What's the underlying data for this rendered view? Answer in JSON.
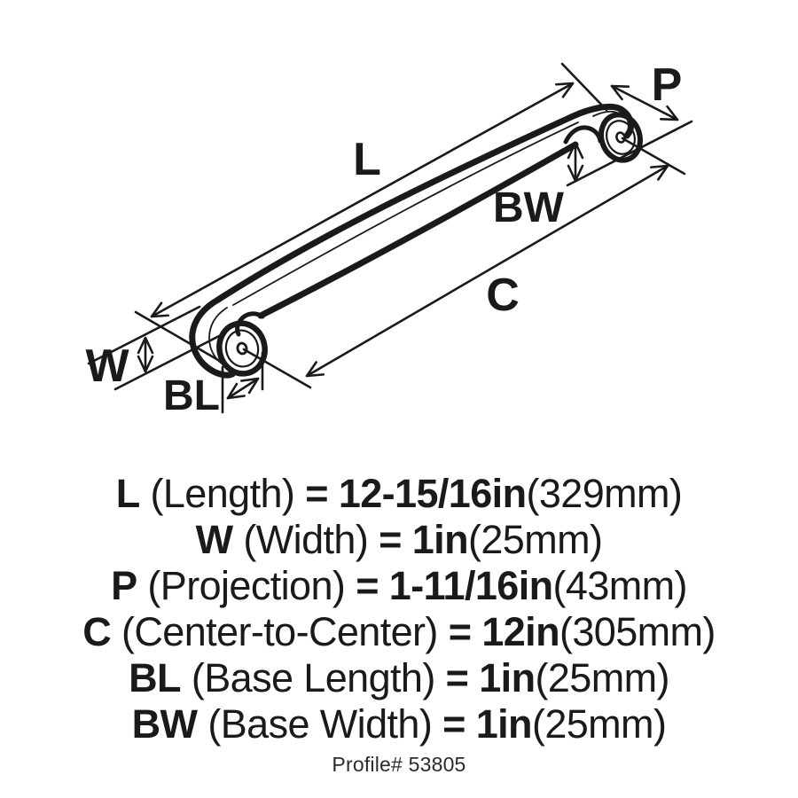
{
  "diagram": {
    "labels": {
      "length": "L",
      "width": "W",
      "projection": "P",
      "center_to_center": "C",
      "base_length": "BL",
      "base_width": "BW"
    }
  },
  "specs": {
    "rows": [
      {
        "abbr": "L",
        "name": "(Length)",
        "eq": "=",
        "value": "12-15/16in",
        "metric": "(329mm)"
      },
      {
        "abbr": "W",
        "name": "(Width)",
        "eq": "=",
        "value": "1in",
        "metric": "(25mm)"
      },
      {
        "abbr": "P",
        "name": "(Projection)",
        "eq": "=",
        "value": "1-11/16in",
        "metric": "(43mm)"
      },
      {
        "abbr": "C",
        "name": "(Center-to-Center)",
        "eq": "=",
        "value": "12in",
        "metric": "(305mm)"
      },
      {
        "abbr": "BL",
        "name": "(Base Length)",
        "eq": "=",
        "value": "1in",
        "metric": "(25mm)"
      },
      {
        "abbr": "BW",
        "name": "(Base Width)",
        "eq": "=",
        "value": "1in",
        "metric": "(25mm)"
      }
    ],
    "profile": "Profile# 53805"
  },
  "colors": {
    "ink": "#1a1a1a",
    "background": "#ffffff"
  }
}
